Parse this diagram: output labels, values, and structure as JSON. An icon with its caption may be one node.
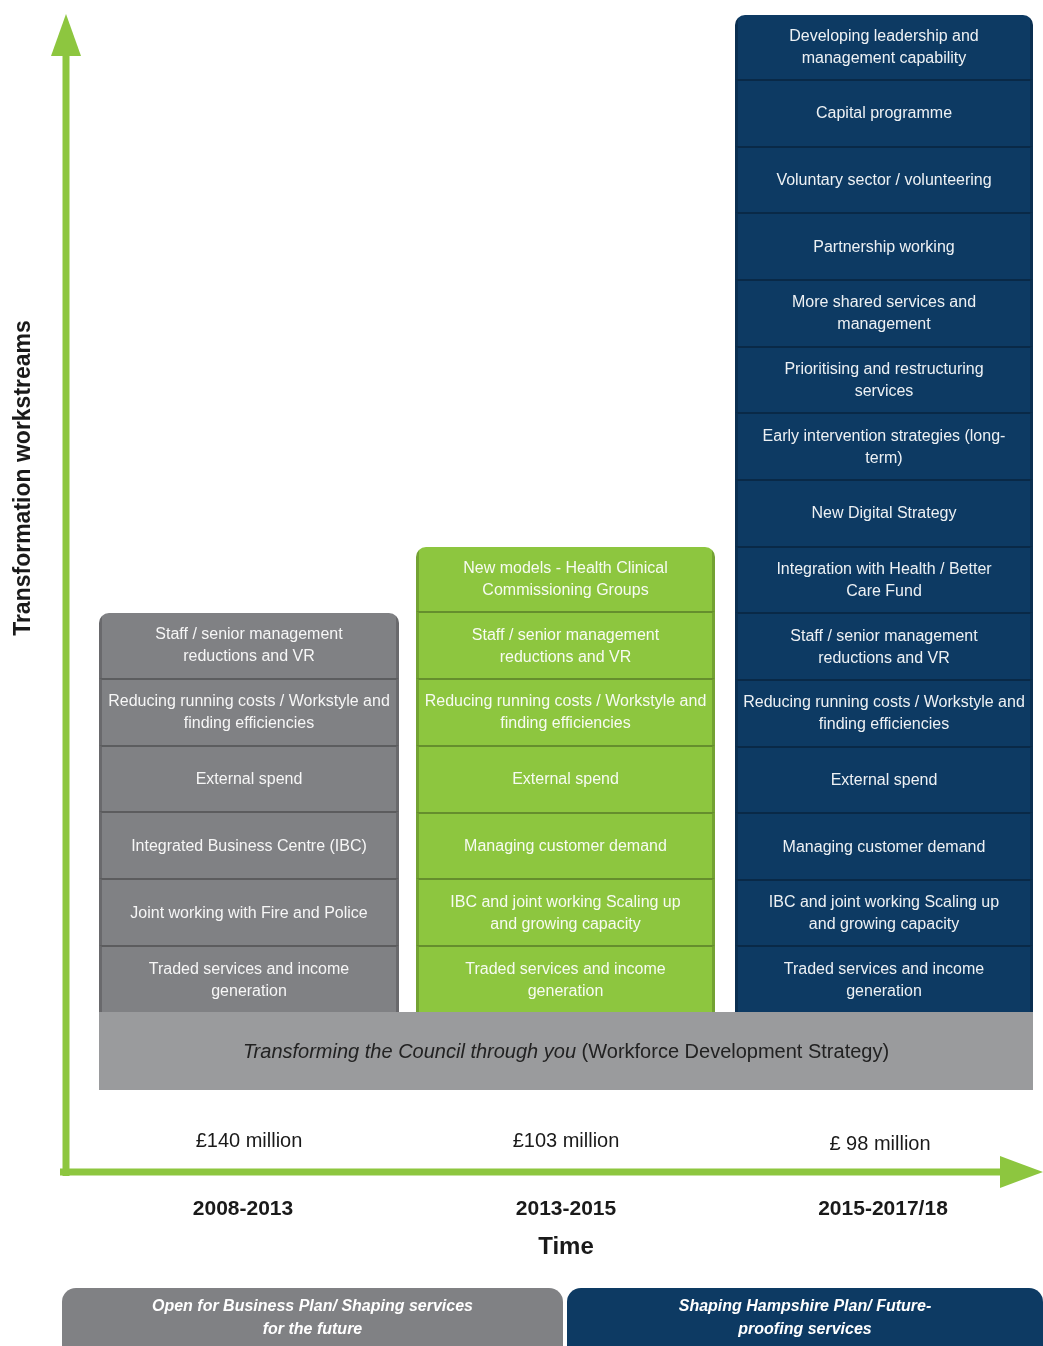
{
  "diagram": {
    "nodes": [
      {
        "text": [],
        "shape": "box"
      },
      {
        "text": [
          "Staff / senior management reductions and VR"
        ],
        "in": 0
      },
      {
        "text": [
          "Reducing running costs / Workstyle and finding efficiencies"
        ],
        "in": 0
      },
      {
        "text": [
          "External spend"
        ],
        "in": 0
      },
      {
        "text": [
          "Integrated Business Centre (IBC)"
        ],
        "in": 0
      },
      {
        "text": [
          "Joint working with Fire and Police"
        ],
        "in": 0
      },
      {
        "text": [
          "Traded services and income generation"
        ],
        "in": 0
      },
      {
        "text": [],
        "shape": "box"
      },
      {
        "text": [
          "New models - Health Clinical Commissioning Groups"
        ],
        "in": 7
      },
      {
        "text": [
          "Staff / senior management reductions and VR"
        ],
        "in": 7
      },
      {
        "text": [
          "Reducing running costs / Workstyle and finding efficiencies"
        ],
        "in": 7
      },
      {
        "text": [
          "External spend"
        ],
        "in": 7
      },
      {
        "text": [
          "Managing customer demand"
        ],
        "in": 7
      },
      {
        "text": [
          "IBC and joint working Scaling up and growing capacity"
        ],
        "in": 7
      },
      {
        "text": [
          "Traded services and income generation"
        ],
        "in": 7
      },
      {
        "text": [],
        "shape": "box"
      },
      {
        "text": [
          "Developing leadership and management capability"
        ],
        "in": 15
      },
      {
        "text": [
          "Capital programme"
        ],
        "in": 15
      },
      {
        "text": [
          "Voluntary sector / volunteering"
        ],
        "in": 15
      },
      {
        "text": [
          "Partnership working"
        ],
        "in": 15
      },
      {
        "text": [
          "More shared services and management"
        ],
        "in": 15
      },
      {
        "text": [
          "Prioritising and restructuring services"
        ],
        "in": 15
      },
      {
        "text": [
          "Early intervention strategies (long-term)"
        ],
        "in": 15
      },
      {
        "text": [
          "New Digital Strategy"
        ],
        "in": 15
      },
      {
        "text": [
          "Integration with Health / Better Care Fund"
        ],
        "in": 15
      },
      {
        "text": [
          "Staff / senior management reductions and VR"
        ],
        "in": 15
      },
      {
        "text": [
          "Reducing running costs / Workstyle and finding efficiencies"
        ],
        "in": 15
      },
      {
        "text": [
          "External spend"
        ],
        "in": 15
      },
      {
        "text": [
          "Managing customer demand"
        ],
        "in": 15
      },
      {
        "text": [
          "IBC and joint working Scaling up and growing capacity"
        ],
        "in": 15
      },
      {
        "text": [
          "Traded services and income generation"
        ],
        "in": 15
      },
      {
        "text": [
          "*Transforming the Council through you* (Workforce Development Strategy)"
        ]
      },
      {
        "text": [
          "Open for Business Plan/ Shaping services for the future"
        ]
      },
      {
        "text": [
          "Shaping Hampshire Plan/ Future-proofing services"
        ]
      }
    ],
    "edges": [],
    "labels": [
      "Transformation workstreams",
      "£140 million",
      "£103 million",
      "£ 98 million",
      "2008-2013",
      "2013-2015",
      "2015-2017/18",
      "Time"
    ]
  }
}
